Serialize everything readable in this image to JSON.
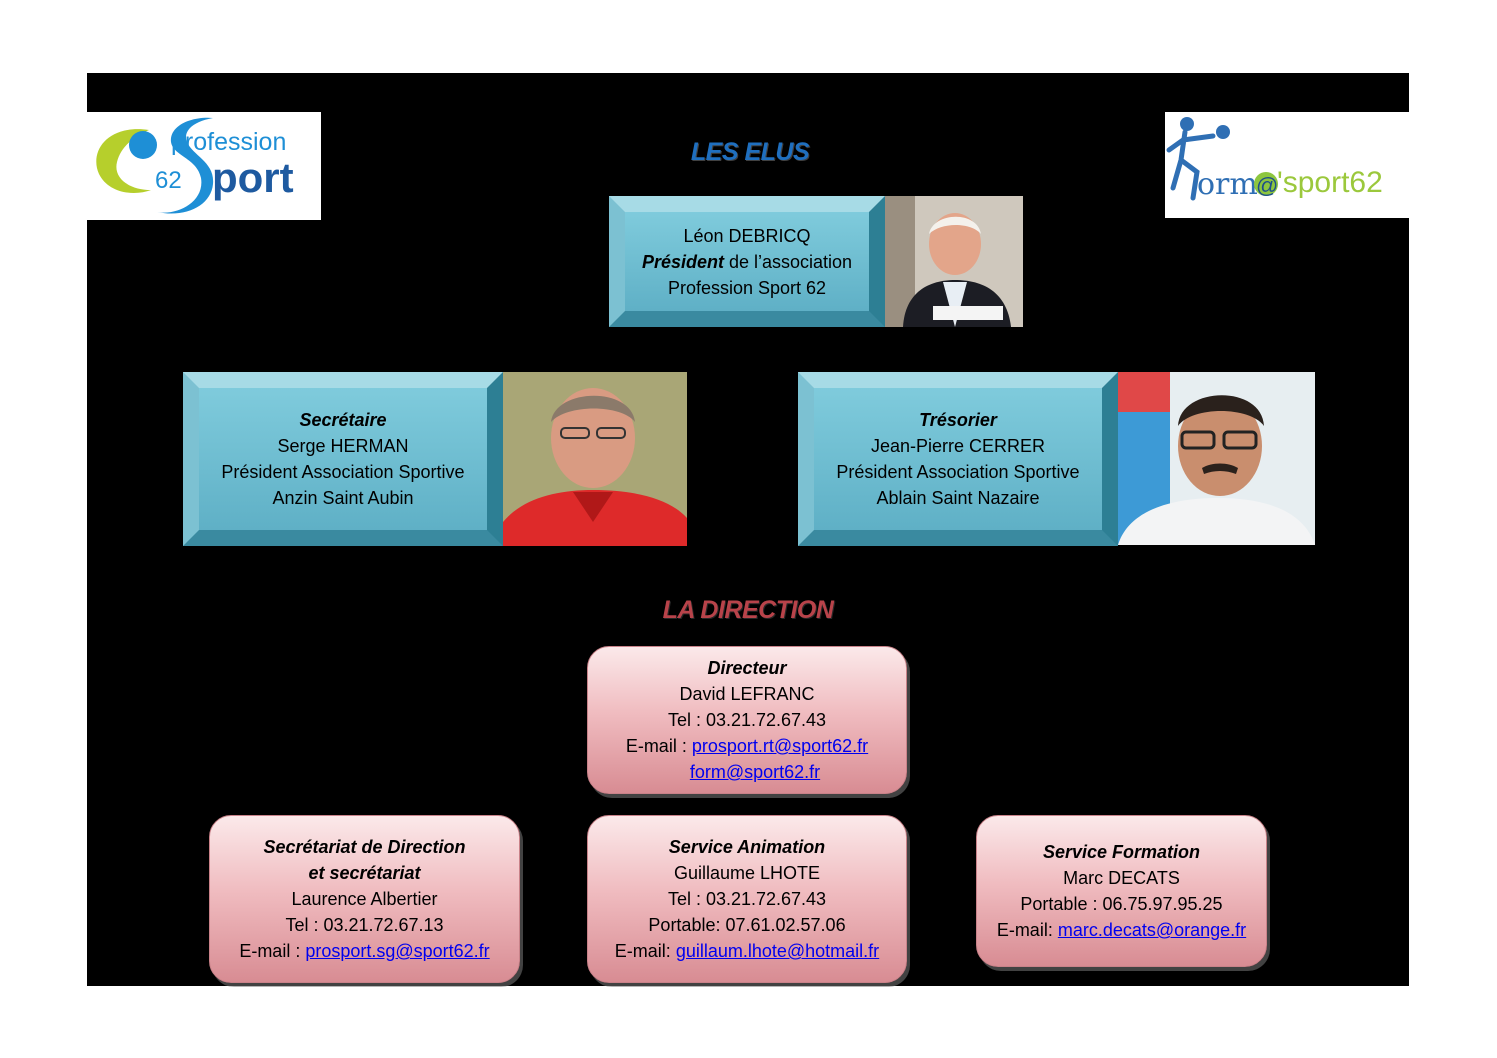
{
  "logos": {
    "left": {
      "line1": "profession",
      "line2_num": "62",
      "line2_word": "Sport"
    },
    "right": {
      "part1": "orm",
      "part2": "@",
      "part3": "'sport62"
    }
  },
  "elus": {
    "title": "LES ELUS",
    "president": {
      "name": "Léon DEBRICQ",
      "role": "Président",
      "role_suffix": " de l’association",
      "org": "Profession Sport 62"
    },
    "secretaire": {
      "role": "Secrétaire",
      "name": "Serge HERMAN",
      "title": "Président Association Sportive",
      "place": "Anzin Saint Aubin"
    },
    "tresorier": {
      "role": "Trésorier",
      "name": "Jean-Pierre CERRER",
      "title": "Président Association Sportive",
      "place": "Ablain Saint Nazaire"
    }
  },
  "direction": {
    "title": "LA DIRECTION",
    "directeur": {
      "role": "Directeur",
      "name": "David LEFRANC",
      "tel": "Tel : 03.21.72.67.43",
      "email_label": "E-mail : ",
      "email1": "prosport.rt@sport62.fr",
      "email2": "form@sport62.fr"
    },
    "secretariat": {
      "role_line1": "Secrétariat de Direction",
      "role_line2": "et secrétariat",
      "name": "Laurence Albertier",
      "tel": "Tel : 03.21.72.67.13",
      "email_label": "E-mail : ",
      "email": "prosport.sg@sport62.fr"
    },
    "animation": {
      "role": "Service Animation",
      "name": "Guillaume LHOTE",
      "tel": "Tel : 03.21.72.67.43",
      "mobile": "Portable: 07.61.02.57.06",
      "email_label": "E-mail: ",
      "email": "guillaum.lhote@hotmail.fr"
    },
    "formation": {
      "role": "Service Formation",
      "name": "Marc DECATS",
      "mobile": "Portable : 06.75.97.95.25",
      "email_label": "E-mail: ",
      "email": "marc.decats@orange.fr"
    }
  },
  "colors": {
    "elus_title": "#1f6fbf",
    "direction_title": "#b8434a",
    "link": "#0000ee"
  }
}
